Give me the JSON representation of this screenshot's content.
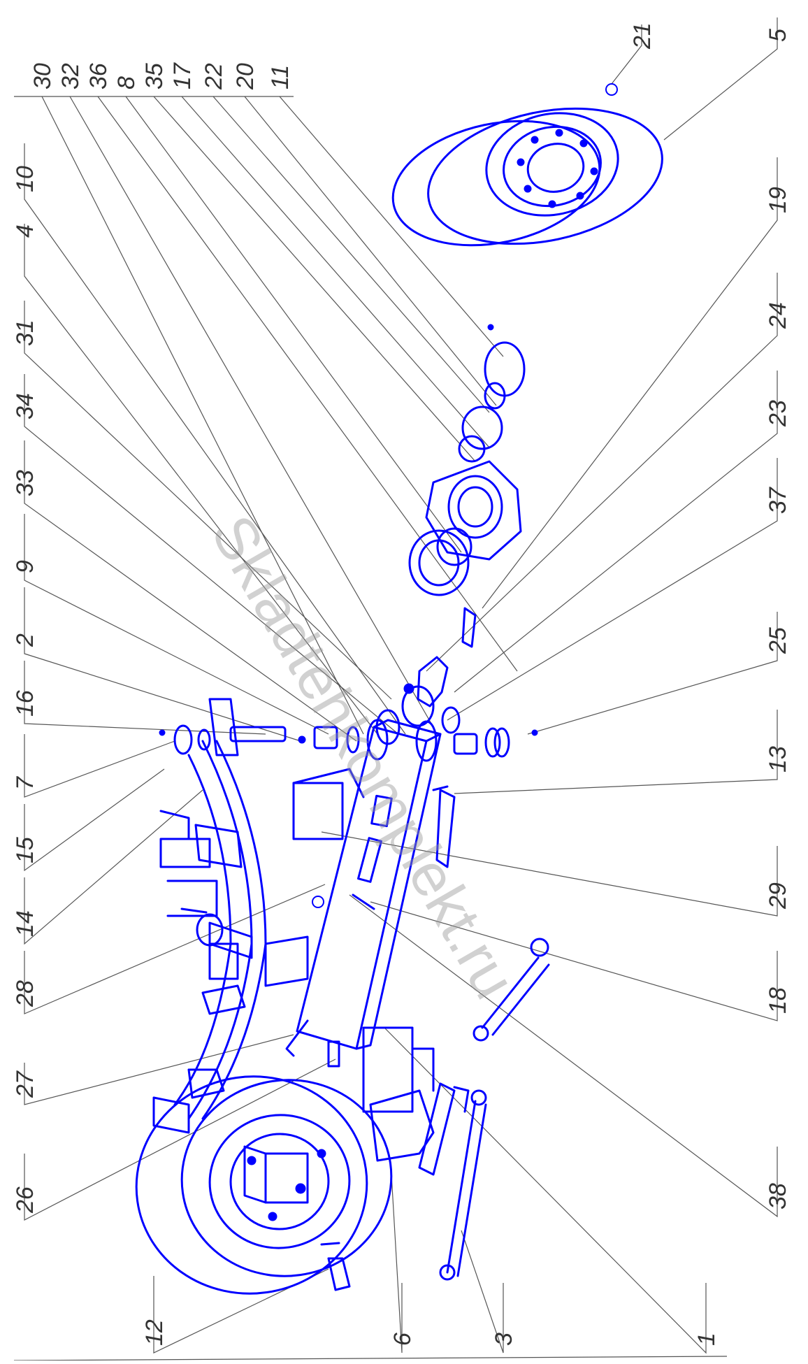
{
  "diagram": {
    "watermark": "Skladtehkomplekt.ru",
    "colors": {
      "line": "#0000ff",
      "leader": "#555555",
      "label": "#333333",
      "background": "#ffffff"
    },
    "part_labels": [
      "30",
      "32",
      "36",
      "8",
      "35",
      "17",
      "22",
      "20",
      "11",
      "21",
      "5",
      "10",
      "4",
      "31",
      "34",
      "33",
      "9",
      "2",
      "16",
      "7",
      "15",
      "14",
      "28",
      "27",
      "26",
      "12",
      "6",
      "3",
      "1",
      "38",
      "18",
      "29",
      "13",
      "25",
      "37",
      "23",
      "24",
      "19"
    ]
  }
}
